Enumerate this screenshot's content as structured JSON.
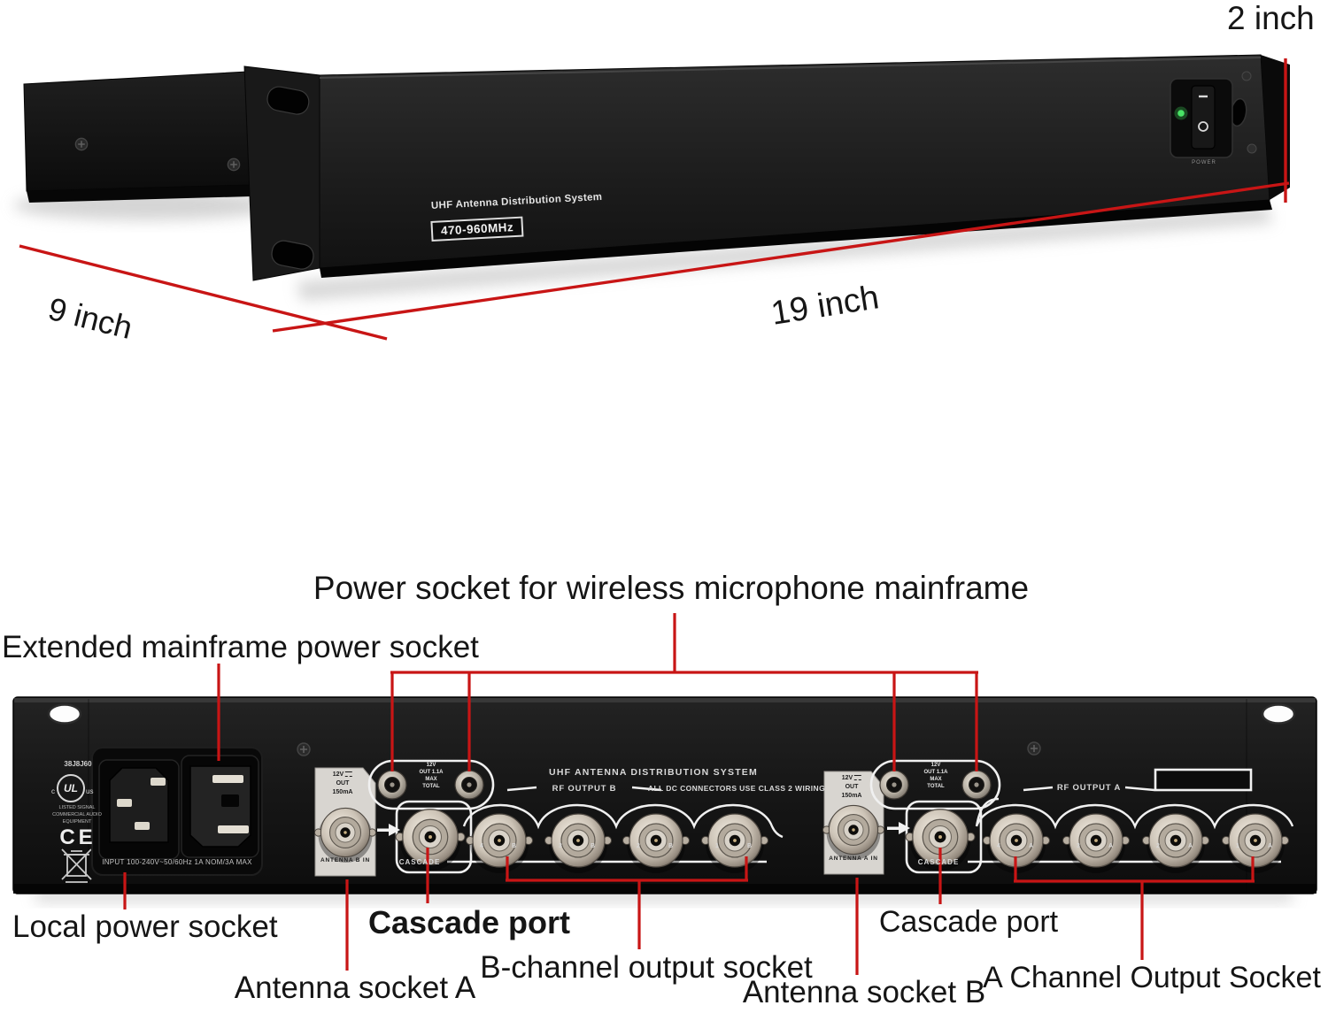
{
  "top_view": {
    "dim_height": "2 inch",
    "dim_depth": "9 inch",
    "dim_width": "19 inch",
    "front_title": "UHF Antenna Distribution System",
    "front_freq": "470-960MHz",
    "power_switch_label": "POWER"
  },
  "callouts": {
    "power_socket": "Power socket for wireless microphone mainframe",
    "extended": "Extended mainframe power socket",
    "local": "Local power socket",
    "cascade_left": "Cascade port",
    "cascade_right": "Cascade port",
    "b_output": "B-channel output socket",
    "a_output": "A Channel Output Socket",
    "antenna_a": "Antenna socket A",
    "antenna_b": "Antenna socket B"
  },
  "rear_panel": {
    "center_title": "UHF ANTENNA DISTRIBUTION SYSTEM",
    "wiring_note": "ALL DC CONNECTORS USE CLASS 2 WIRING",
    "rf_output_b": "RF OUTPUT B",
    "rf_output_a": "RF OUTPUT A",
    "cascade_label": "CASCADE",
    "cert": {
      "file_no": "38J8J60",
      "ul_c": "c",
      "ul_mark": "UL",
      "ul_us": "us",
      "listed": [
        "LISTED SIGNAL",
        "COMMERCIAL AUDIO",
        "EQUIPMENT"
      ],
      "ce": "CE",
      "input_rating": "INPUT 100-240V~50/60Hz 1A NOM/3A MAX"
    },
    "plate_b": {
      "v": "12V",
      "out": "OUT",
      "ma": "150mA",
      "name": "ANTENNA B IN"
    },
    "plate_a": {
      "v": "12V",
      "out": "OUT",
      "ma": "150mA",
      "name": "ANTENNA A IN"
    },
    "dc_label": [
      "12V",
      "OUT 1.1A",
      "MAX",
      "TOTAL"
    ],
    "ports": {
      "digits": [
        "4",
        "3",
        "2",
        "1"
      ],
      "b": "B",
      "a": "A"
    }
  },
  "colors": {
    "callout_red": "#c81515",
    "panel_black": "#161616"
  }
}
